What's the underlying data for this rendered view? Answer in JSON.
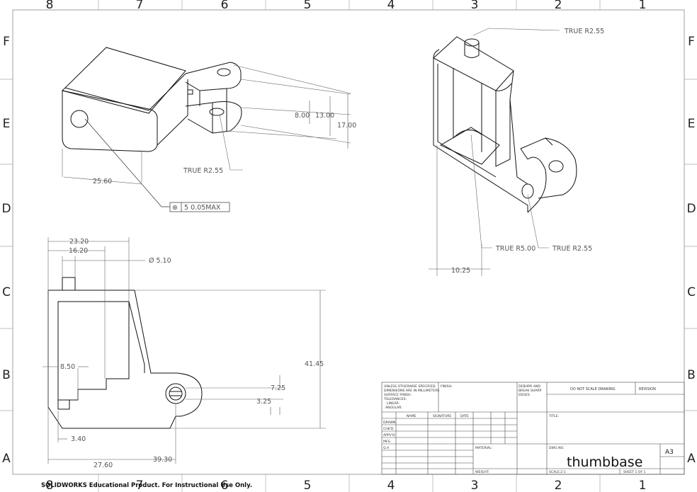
{
  "zones": {
    "columns": [
      "8",
      "7",
      "6",
      "5",
      "4",
      "3",
      "2",
      "1"
    ],
    "rows": [
      "F",
      "E",
      "D",
      "C",
      "B",
      "A"
    ]
  },
  "dimensions": {
    "top_view": {
      "d1": "8.00",
      "d2": "13.00",
      "d3": "17.00",
      "d4": "25.60",
      "radius": "TRUE R2.55",
      "tolerance": "5 0.05MAX",
      "position_symbol": "⊕"
    },
    "iso_view": {
      "r_top": "TRUE R2.55",
      "r_mid": "TRUE R5.00",
      "r_right": "TRUE R2.55",
      "d1": "10.25"
    },
    "side_view": {
      "d1": "23.20",
      "d2": "16.20",
      "dia": "Ø 5.10",
      "d3": "41.45",
      "d4": "8.50",
      "d5": "7.25",
      "d6": "3.25",
      "d7": "3.40",
      "d8": "27.60",
      "d9": "39.30"
    }
  },
  "title_block": {
    "notes": [
      "UNLESS OTHERWISE SPECIFIED:",
      "DIMENSIONS ARE IN MILLIMETERS",
      "SURFACE FINISH:",
      "TOLERANCES:",
      "LINEAR:",
      "ANGULAR:"
    ],
    "finish": "FINISH:",
    "deburr": [
      "DEBURR AND",
      "BREAK SHARP",
      "EDGES"
    ],
    "no_scale": "DO NOT SCALE DRAWING",
    "revision": "REVISION",
    "col_name": "NAME",
    "col_signature": "SIGNATURE",
    "col_date": "DATE",
    "rows": [
      "DRAWN",
      "CHK'D",
      "APPV'D",
      "MFG",
      "Q.A"
    ],
    "title_label": "TITLE:",
    "material": "MATERIAL:",
    "weight": "WEIGHT:",
    "dwg_no": "DWG NO.",
    "drawing_name": "thumbbase",
    "size": "A3",
    "scale": "SCALE:2:1",
    "sheet": "SHEET 1 OF 1"
  },
  "footer": "SOLIDWORKS Educational Product. For Instructional Use Only."
}
